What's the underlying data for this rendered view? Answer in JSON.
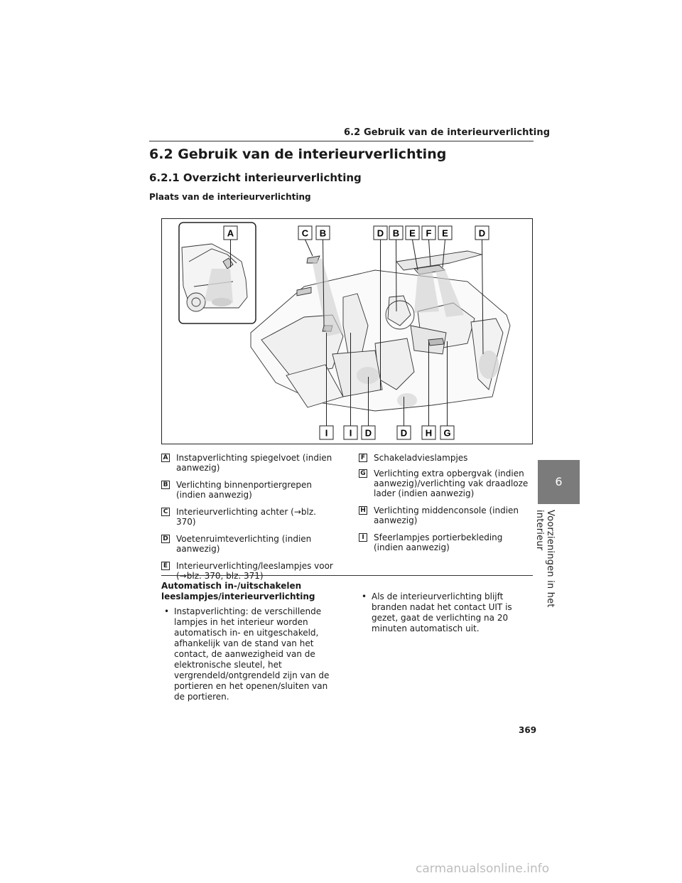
{
  "header": {
    "running_title": "6.2  Gebruik van de interieurverlichting"
  },
  "section": {
    "h1": "6.2  Gebruik van de interieurverlichting",
    "h2": "6.2.1  Overzicht interieurverlichting",
    "h3": "Plaats van de interieurverlichting"
  },
  "figure": {
    "top_labels": [
      "A",
      "C",
      "B",
      "D",
      "B",
      "E",
      "F",
      "E",
      "D"
    ],
    "bottom_labels": [
      "I",
      "I",
      "D",
      "D",
      "H",
      "G"
    ]
  },
  "legend_left": [
    {
      "key": "A",
      "text": "Instapverlichting spiegelvoet (indien aanwezig)"
    },
    {
      "key": "B",
      "text": "Verlichting binnenportiergrepen (indien aanwezig)"
    },
    {
      "key": "C",
      "text": "Interieurverlichting achter (→blz. 370)"
    },
    {
      "key": "D",
      "text": "Voetenruimteverlichting (indien aanwezig)"
    },
    {
      "key": "E",
      "text": "Interieurverlichting/leeslampjes voor (→blz. 370, blz. 371)"
    }
  ],
  "legend_right": [
    {
      "key": "F",
      "text": "Schakeladvieslampjes"
    },
    {
      "key": "G",
      "text": "Verlichting extra opbergvak (indien aanwezig)/verlichting vak draadloze lader (indien aanwezig)"
    },
    {
      "key": "H",
      "text": "Verlichting middenconsole (indien aanwezig)"
    },
    {
      "key": "I",
      "text": "Sfeerlampjes portierbekleding (indien aanwezig)"
    }
  ],
  "body": {
    "left_heading": "Automatisch in-/uitschakelen leeslampjes/interieurverlichting",
    "left_bullet": "Instapverlichting: de verschillende lampjes in het interieur worden automatisch in- en uitgeschakeld, afhankelijk van de stand van het contact, de aanwezigheid van de elektronische sleutel, het vergrendeld/ontgrendeld zijn van de portieren en het openen/sluiten van de portieren.",
    "right_bullet": "Als de interieurverlichting blijft branden nadat het contact UIT is gezet, gaat de verlichting na 20 minuten automatisch uit.",
    "bullet_char": "•"
  },
  "side": {
    "chapter_number": "6",
    "chapter_title": "Voorzieningen in het interieur"
  },
  "page_number": "369",
  "watermark": "carmanualsonline.info"
}
